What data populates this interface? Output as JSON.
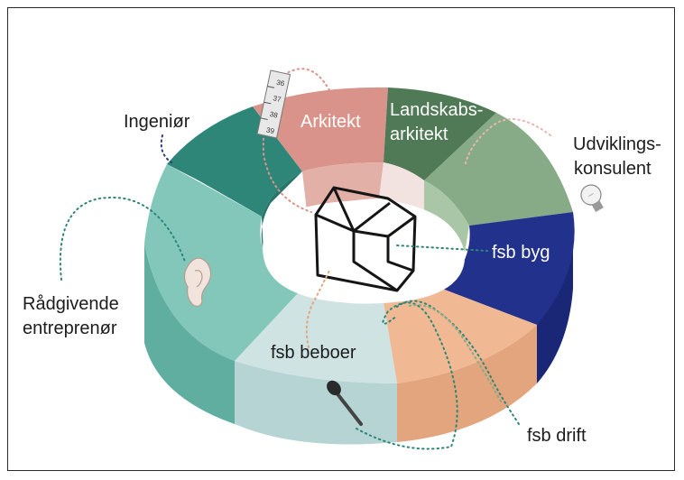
{
  "labels": {
    "ingenior": "Ingeniør",
    "arkitekt": "Arkitekt",
    "landskab_1": "Landskabs-",
    "landskab_2": "arkitekt",
    "udvikling_1": "Udviklings-",
    "udvikling_2": "konsulent",
    "fsb_byg": "fsb byg",
    "raadgivende_1": "Rådgivende",
    "raadgivende_2": "entreprenør",
    "fsb_beboer": "fsb beboer",
    "fsb_drift": "fsb drift"
  },
  "ruler_numbers": [
    "36",
    "37",
    "38",
    "39"
  ],
  "icons": [
    "measuring-tape-icon",
    "light-bulb-icon",
    "ear-icon",
    "microphone-icon",
    "house-icon"
  ],
  "colors": {
    "arkitekt": "#d9938a",
    "landskab": "#4f7a55",
    "udvikling": "#86ab86",
    "fsb_byg": "#22318c",
    "fsb_drift": "#f0b893",
    "fsb_beboer": "#cfe3e3",
    "raadgivende": "#82c7ba",
    "ingenior": "#2e8678"
  }
}
